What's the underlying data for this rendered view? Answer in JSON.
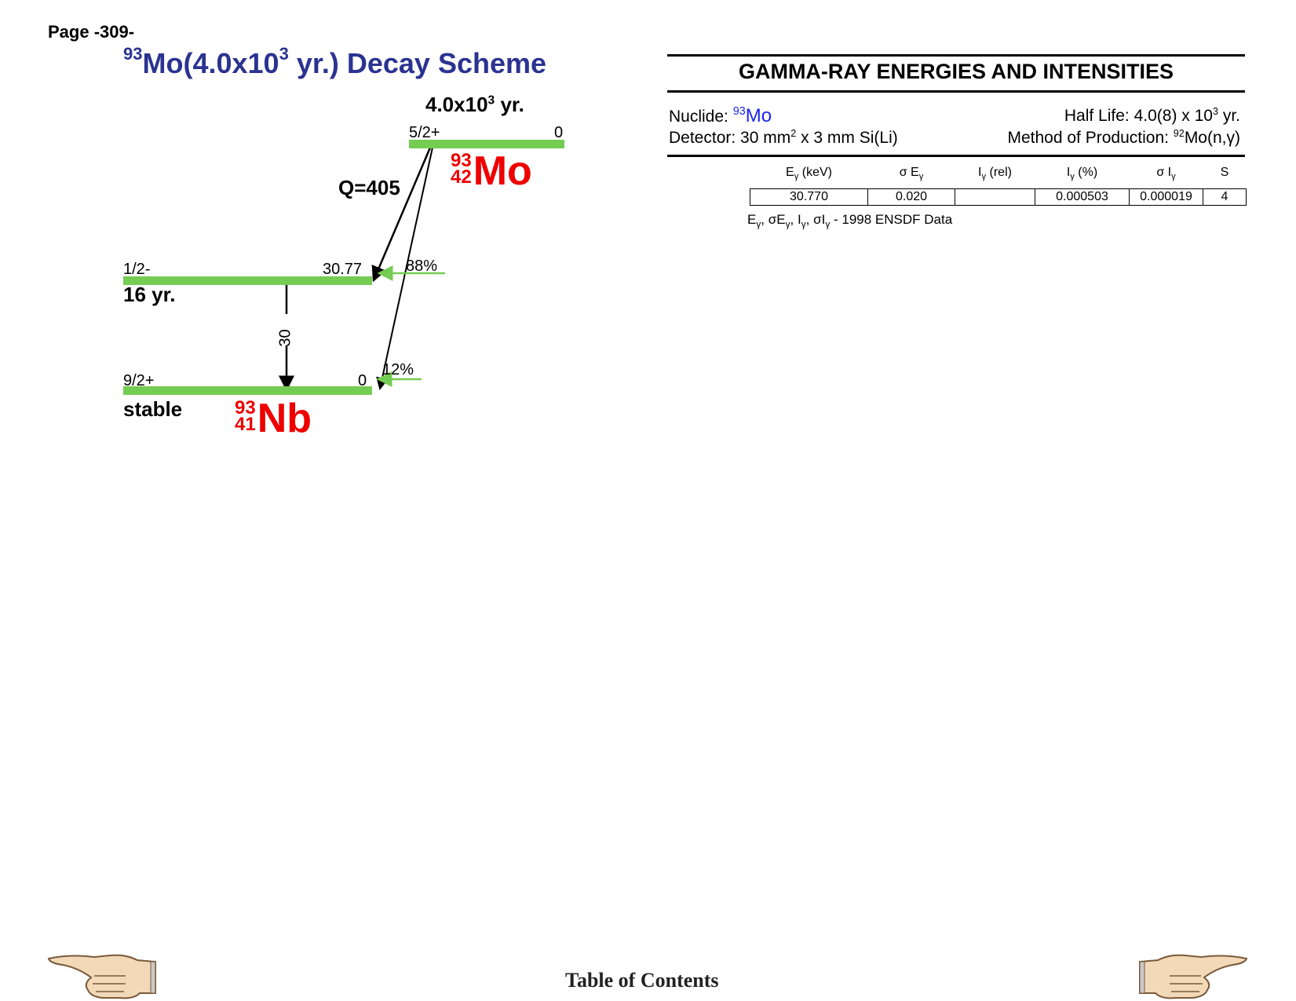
{
  "page": {
    "number_label": "Page -309-"
  },
  "scheme": {
    "title_mass": "93",
    "title_text": "Mo(4.0x10",
    "title_exp": "3",
    "title_tail": " yr.) Decay Scheme",
    "parent_halflife_base": "4.0x10",
    "parent_halflife_exp": "3",
    "parent_halflife_unit": " yr.",
    "parent_spin": "5/2+",
    "parent_energy": "0",
    "parent_mass": "93",
    "parent_z": "42",
    "parent_symbol": "Mo",
    "q_value": "Q=405",
    "level1_spin": "1/2-",
    "level1_energy": "30.77",
    "level1_halflife": "16 yr.",
    "level1_branch": "88%",
    "gamma_label": "30",
    "level0_spin": "9/2+",
    "level0_energy": "0",
    "level0_halflife": "stable",
    "level0_branch": "12%",
    "daughter_mass": "93",
    "daughter_z": "41",
    "daughter_symbol": "Nb"
  },
  "gamma_panel": {
    "heading": "GAMMA-RAY ENERGIES AND INTENSITIES",
    "nuclide_label": "Nuclide: ",
    "nuclide_mass": "93",
    "nuclide_symbol": "Mo",
    "halflife_label": "Half Life: 4.0(8) x 10",
    "halflife_exp": "3",
    "halflife_unit": " yr.",
    "detector_prefix": "Detector: 30 mm",
    "detector_exp": "2",
    "detector_suffix": " x 3 mm Si(Li)",
    "production_prefix": "Method of Production: ",
    "production_mass": "92",
    "production_suffix": "Mo(n,γ)",
    "table": {
      "headers": [
        {
          "main": "E",
          "sub": "γ",
          "tail": " (keV)"
        },
        {
          "main": "σ E",
          "sub": "γ",
          "tail": ""
        },
        {
          "main": "I",
          "sub": "γ",
          "tail": " (rel)"
        },
        {
          "main": "I",
          "sub": "γ",
          "tail": " (%)"
        },
        {
          "main": "σ I",
          "sub": "γ",
          "tail": ""
        },
        {
          "main": "S",
          "sub": "",
          "tail": ""
        }
      ],
      "rows": [
        [
          "30.770",
          "0.020",
          "",
          "0.000503",
          "0.000019",
          "4"
        ]
      ]
    },
    "footnote_source": "1998 ENSDF Data"
  },
  "footer": {
    "toc_label": "Table of Contents"
  },
  "colors": {
    "level": "#74cc52",
    "nuclide": "#ee0000",
    "title": "#2b3391",
    "blue": "#1a25ee"
  }
}
